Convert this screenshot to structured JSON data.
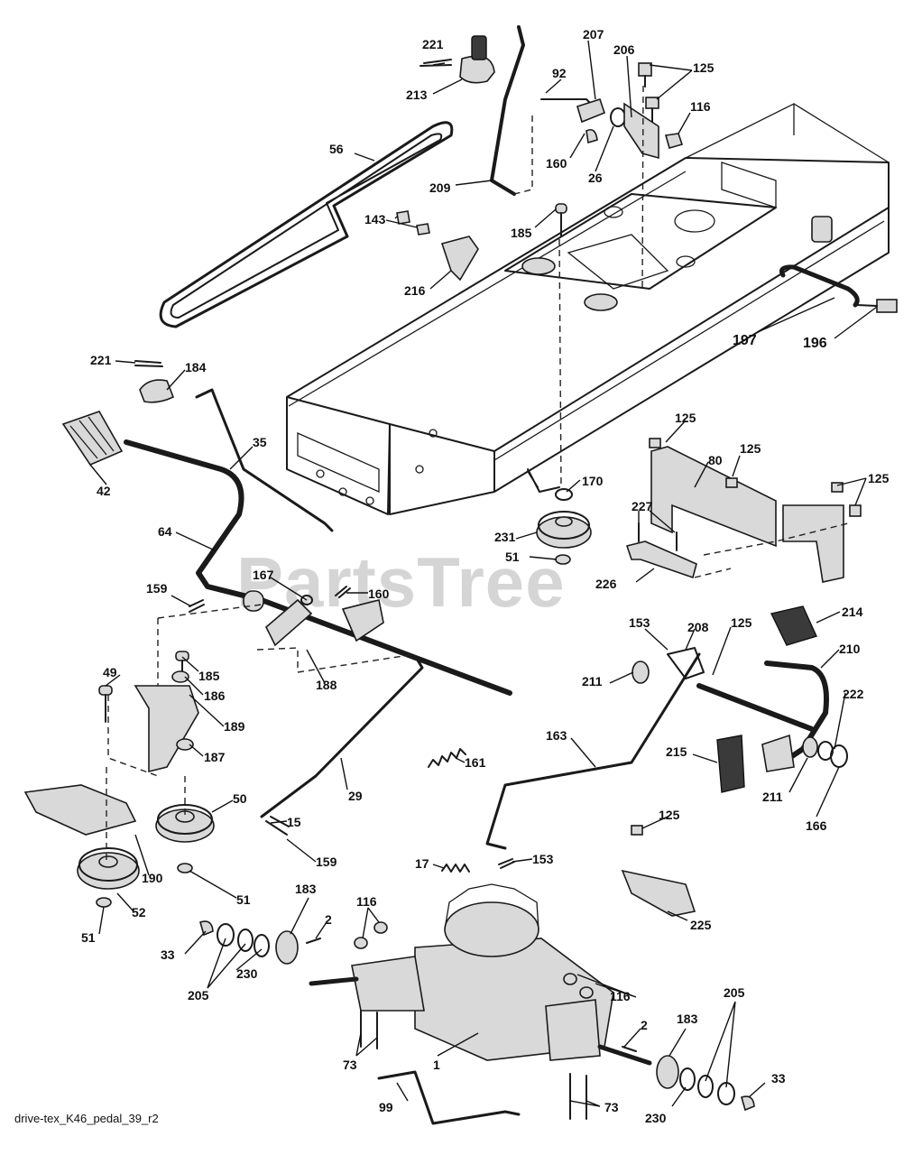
{
  "watermark": "PartsTree",
  "footer_code": "drive-tex_K46_pedal_39_r2",
  "callouts": [
    "221",
    "213",
    "56",
    "92",
    "207",
    "206",
    "125",
    "116",
    "160",
    "26",
    "209",
    "185",
    "143",
    "216",
    "197",
    "196",
    "184",
    "42",
    "35",
    "64",
    "167",
    "159",
    "188",
    "49",
    "186",
    "189",
    "187",
    "50",
    "51",
    "190",
    "52",
    "15",
    "29",
    "161",
    "170",
    "231",
    "80",
    "227",
    "226",
    "153",
    "208",
    "214",
    "210",
    "211",
    "222",
    "163",
    "215",
    "166",
    "17",
    "225",
    "183",
    "2",
    "33",
    "205",
    "230",
    "73",
    "99",
    "1"
  ]
}
